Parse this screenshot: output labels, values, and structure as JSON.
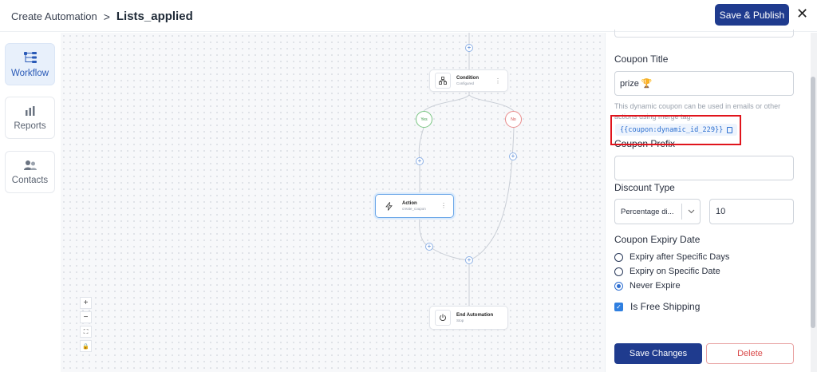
{
  "header": {
    "breadcrumb_root": "Create Automation",
    "breadcrumb_sep": ">",
    "breadcrumb_current": "Lists_applied",
    "publish_label": "Save & Publish",
    "close_glyph": "✕"
  },
  "sidebar": {
    "items": [
      {
        "label": "Workflow",
        "icon": "workflow-icon",
        "active": true
      },
      {
        "label": "Reports",
        "icon": "bar-chart-icon",
        "active": false
      },
      {
        "label": "Contacts",
        "icon": "users-icon",
        "active": false
      }
    ]
  },
  "canvas": {
    "condition_node": {
      "title": "Condition",
      "subtitle": "Configured"
    },
    "yes_label": "Yes",
    "no_label": "No",
    "action_node": {
      "title": "Action",
      "subtitle": "create_coupon"
    },
    "end_node": {
      "title": "End Automation",
      "subtitle": "Stop"
    },
    "zoom_controls": [
      "+",
      "−",
      "⛶",
      "🔒"
    ]
  },
  "panel": {
    "coupon_title_label": "Coupon Title",
    "coupon_title_value": "prize 🏆",
    "help_text": "This dynamic coupon can be used in emails or other actions using merge tag:",
    "merge_tag": "{{coupon:dynamic_id_229}}",
    "coupon_prefix_label": "Coupon Prefix",
    "coupon_prefix_value": "",
    "discount_type_label": "Discount Type",
    "discount_type_value": "Percentage di...",
    "discount_amount": "10",
    "expiry_label": "Coupon Expiry Date",
    "expiry_options": [
      {
        "label": "Expiry after Specific Days",
        "selected": false
      },
      {
        "label": "Expiry on Specific Date",
        "selected": false
      },
      {
        "label": "Never Expire",
        "selected": true
      }
    ],
    "free_shipping_label": "Is Free Shipping",
    "free_shipping_checked": true,
    "save_label": "Save Changes",
    "delete_label": "Delete"
  },
  "colors": {
    "primary": "#1f3b8e",
    "accent_blue": "#2f6fd1",
    "yes_green": "#3a9a48",
    "no_red": "#d04848",
    "highlight_box": "#e0141c"
  }
}
